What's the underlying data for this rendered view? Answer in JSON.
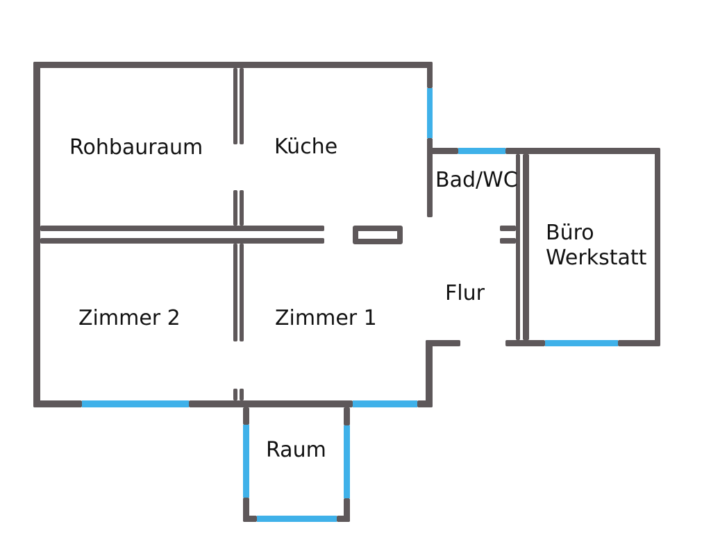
{
  "colors": {
    "wall": "#5e585a",
    "window": "#3fb1e9",
    "text": "#121212",
    "background": "#ffffff"
  },
  "rooms": {
    "rohbauraum": "Rohbauraum",
    "kueche": "Küche",
    "bad_wc": "Bad/WC",
    "buero": "Büro",
    "werkstatt": "Werkstatt",
    "flur": "Flur",
    "zimmer2": "Zimmer 2",
    "zimmer1": "Zimmer 1",
    "raum": "Raum"
  }
}
